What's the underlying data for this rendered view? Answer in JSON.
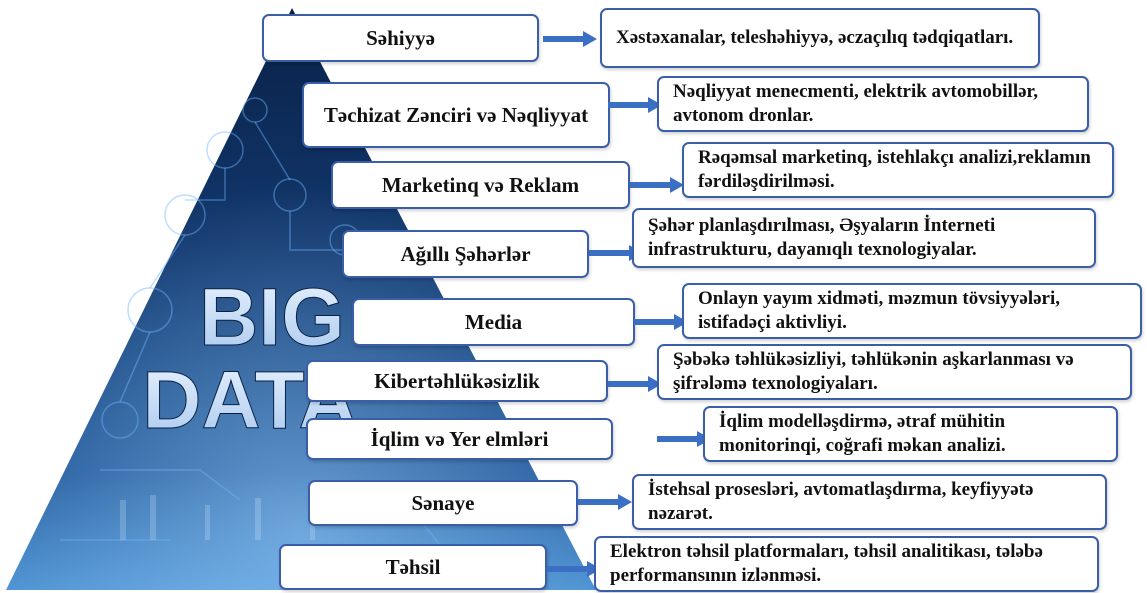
{
  "pyramid": {
    "word1": "BIG",
    "word2": "DATA"
  },
  "colors": {
    "border": "#3a5fa8",
    "arrow": "#3b6fc4",
    "pyramid_dark": "#0b2a55",
    "pyramid_light": "#2f77c4"
  },
  "rows": [
    {
      "category": "Səhiyyə",
      "description": "Xəstəxanalar, teleshəhiyyə, əczaçılıq tədqiqatları."
    },
    {
      "category": "Təchizat Zənciri və Nəqliyyat",
      "description": "Nəqliyyat menecmenti, elektrik avtomobillər, avtonom dronlar."
    },
    {
      "category": "Marketinq və Reklam",
      "description": "Rəqəmsal marketinq, istehlakçı analizi,reklamın fərdiləşdirilməsi."
    },
    {
      "category": "Ağıllı Şəhərlər",
      "description": "Şəhər planlaşdırılması, Əşyaların İnterneti infrastrukturu, dayanıqlı texnologiyalar."
    },
    {
      "category": "Media",
      "description": "Onlayn yayım xidməti, məzmun tövsiyyələri, istifadəçi aktivliyi."
    },
    {
      "category": "Kibertəhlükəsizlik",
      "description": "Şəbəkə təhlükəsizliyi, təhlükənin aşkarlanması və şifrələmə texnologiyaları."
    },
    {
      "category": "İqlim və Yer elmləri",
      "description": "İqlim modelləşdirmə, ətraf mühitin monitorinqi, coğrafi məkan analizi."
    },
    {
      "category": "Sənaye",
      "description": "İstehsal prosesləri, avtomatlaşdırma, keyfiyyətə nəzarət."
    },
    {
      "category": "Təhsil",
      "description": "Elektron təhsil platformaları, təhsil analitikası, tələbə performansının izlənməsi."
    }
  ]
}
